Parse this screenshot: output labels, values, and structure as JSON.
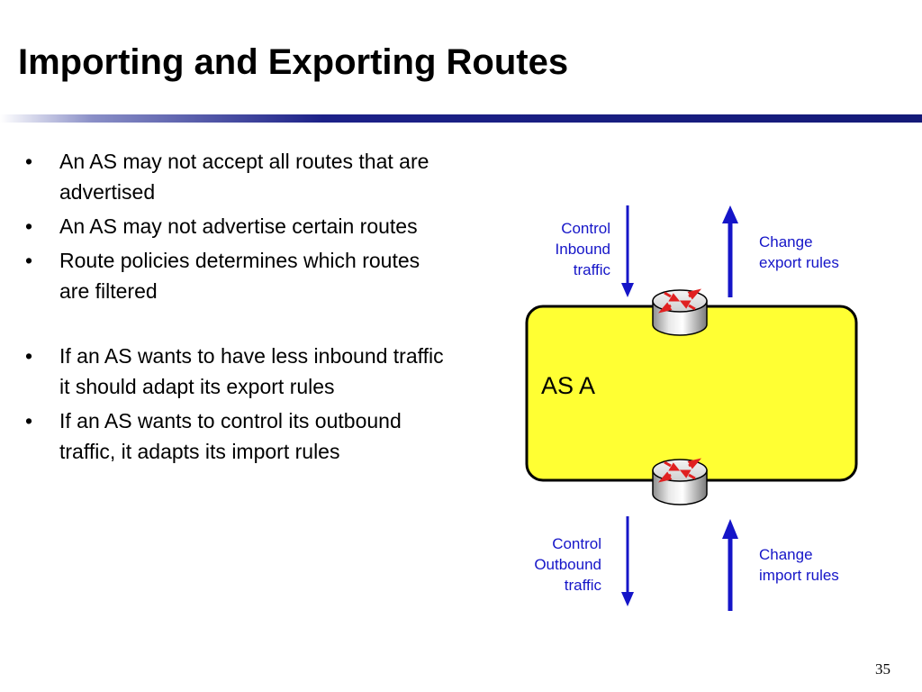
{
  "slide": {
    "title": "Importing and Exporting Routes",
    "page_number": "35"
  },
  "bullets": [
    {
      "marker": "•",
      "text": "An AS may not accept all routes that are advertised"
    },
    {
      "marker": "•",
      "text": "An AS may not advertise certain routes"
    },
    {
      "marker": "•",
      "text": "Route policies determines which routes are filtered"
    },
    {
      "marker": "•",
      "text": "If an AS wants to have less inbound traffic it should adapt its export rules"
    },
    {
      "marker": "•",
      "text": "If an AS wants to control its outbound traffic, it adapts its import rules"
    }
  ],
  "diagram": {
    "as_label": "AS A",
    "control_inbound": "Control\nInbound\ntraffic",
    "change_export": "Change\nexport rules",
    "control_outbound": "Control\nOutbound\ntraffic",
    "change_import": "Change\nimport rules",
    "icons": [
      "router-icon-top",
      "router-icon-bottom"
    ]
  },
  "colors": {
    "title_rule": "#1c2188",
    "as_fill": "#ffff33",
    "arrow_blue": "#1515c8",
    "label_blue": "#1515c8",
    "router_arrow": "#e02020"
  }
}
